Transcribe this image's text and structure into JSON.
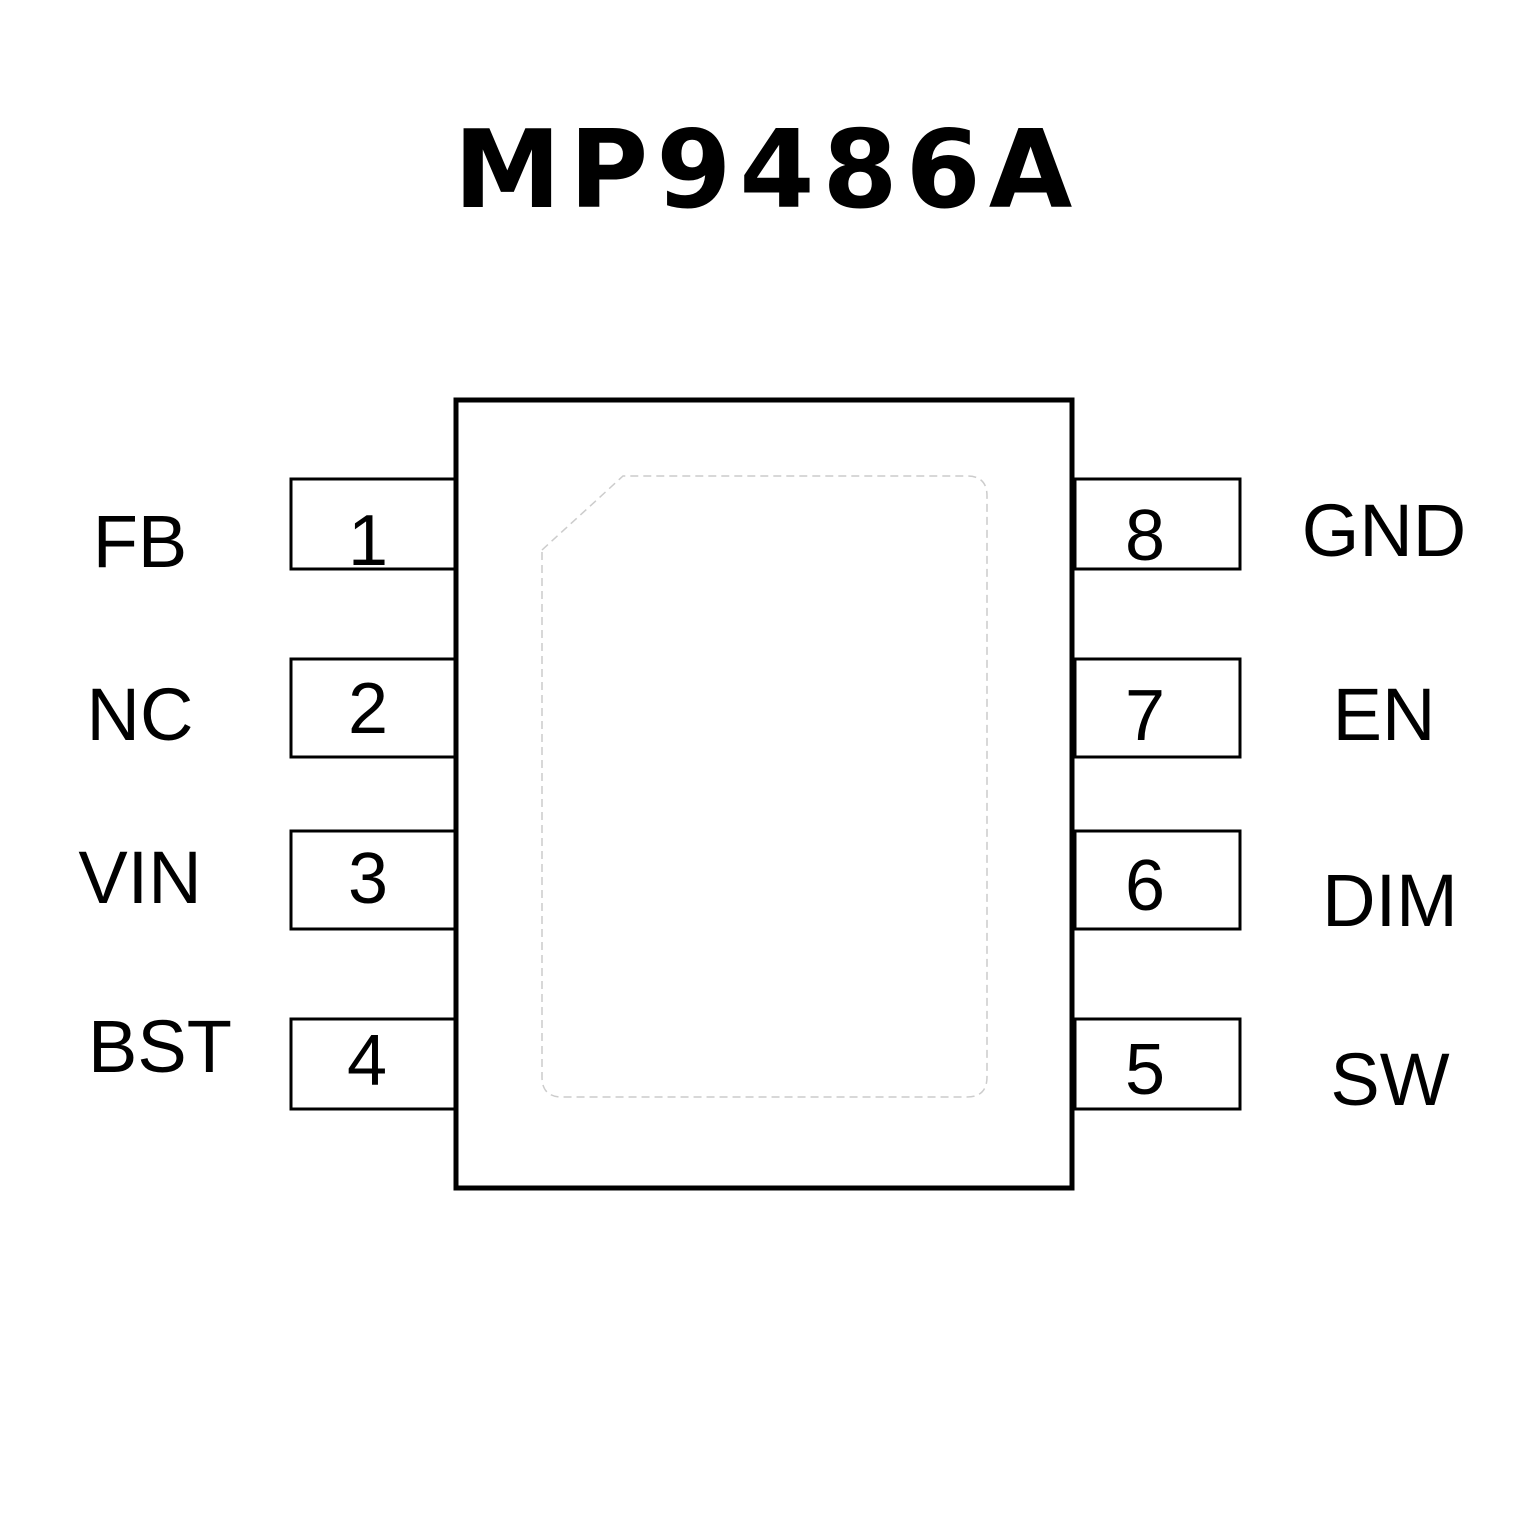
{
  "title": "MP9486A",
  "pins": [
    {
      "number": "1",
      "name": "FB",
      "side": "left"
    },
    {
      "number": "2",
      "name": "NC",
      "side": "left"
    },
    {
      "number": "3",
      "name": "VIN",
      "side": "left"
    },
    {
      "number": "4",
      "name": "BST",
      "side": "left"
    },
    {
      "number": "5",
      "name": "SW",
      "side": "right"
    },
    {
      "number": "6",
      "name": "DIM",
      "side": "right"
    },
    {
      "number": "7",
      "name": "EN",
      "side": "right"
    },
    {
      "number": "8",
      "name": "GND",
      "side": "right"
    }
  ],
  "colors": {
    "outline": "#000000",
    "pad_outline": "#cccccc"
  }
}
